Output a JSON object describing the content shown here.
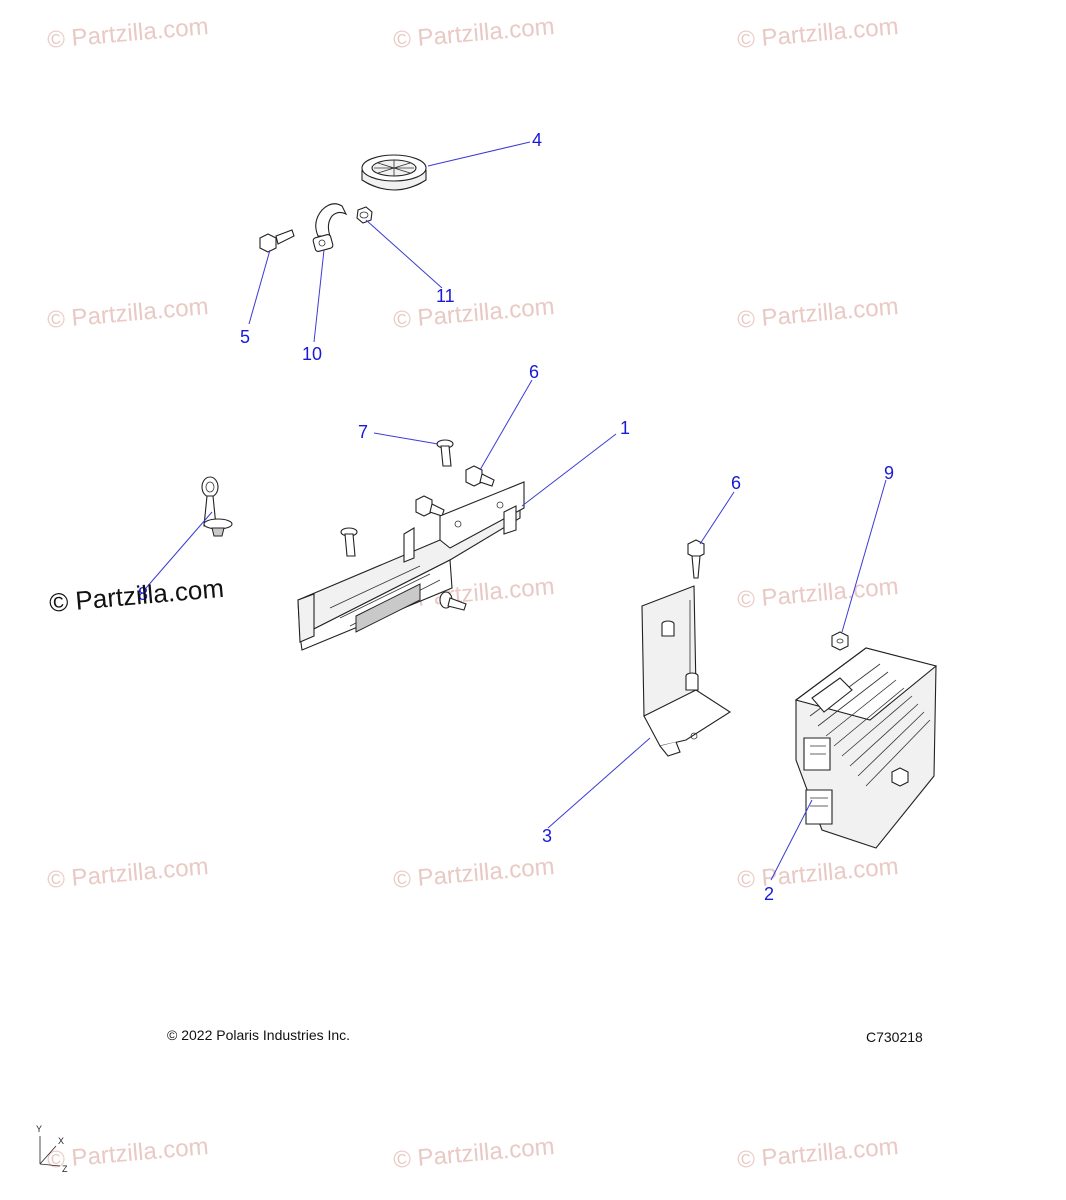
{
  "watermark": {
    "text": "© Partzilla.com",
    "prominent_text": "© Partzilla.com"
  },
  "callouts": {
    "c1": "1",
    "c2": "2",
    "c3": "3",
    "c4": "4",
    "c5": "5",
    "c6a": "6",
    "c6b": "6",
    "c7": "7",
    "c8": "8",
    "c9": "9",
    "c10": "10",
    "c11": "11"
  },
  "footer": {
    "copyright": "© 2022 Polaris Industries Inc.",
    "drawing_number": "C730218"
  },
  "axes": {
    "x": "X",
    "y": "Y",
    "z": "Z"
  },
  "colors": {
    "callout": "#1a1ad6",
    "leader": "#3b3bd6",
    "watermark": "#e9c9c4"
  }
}
